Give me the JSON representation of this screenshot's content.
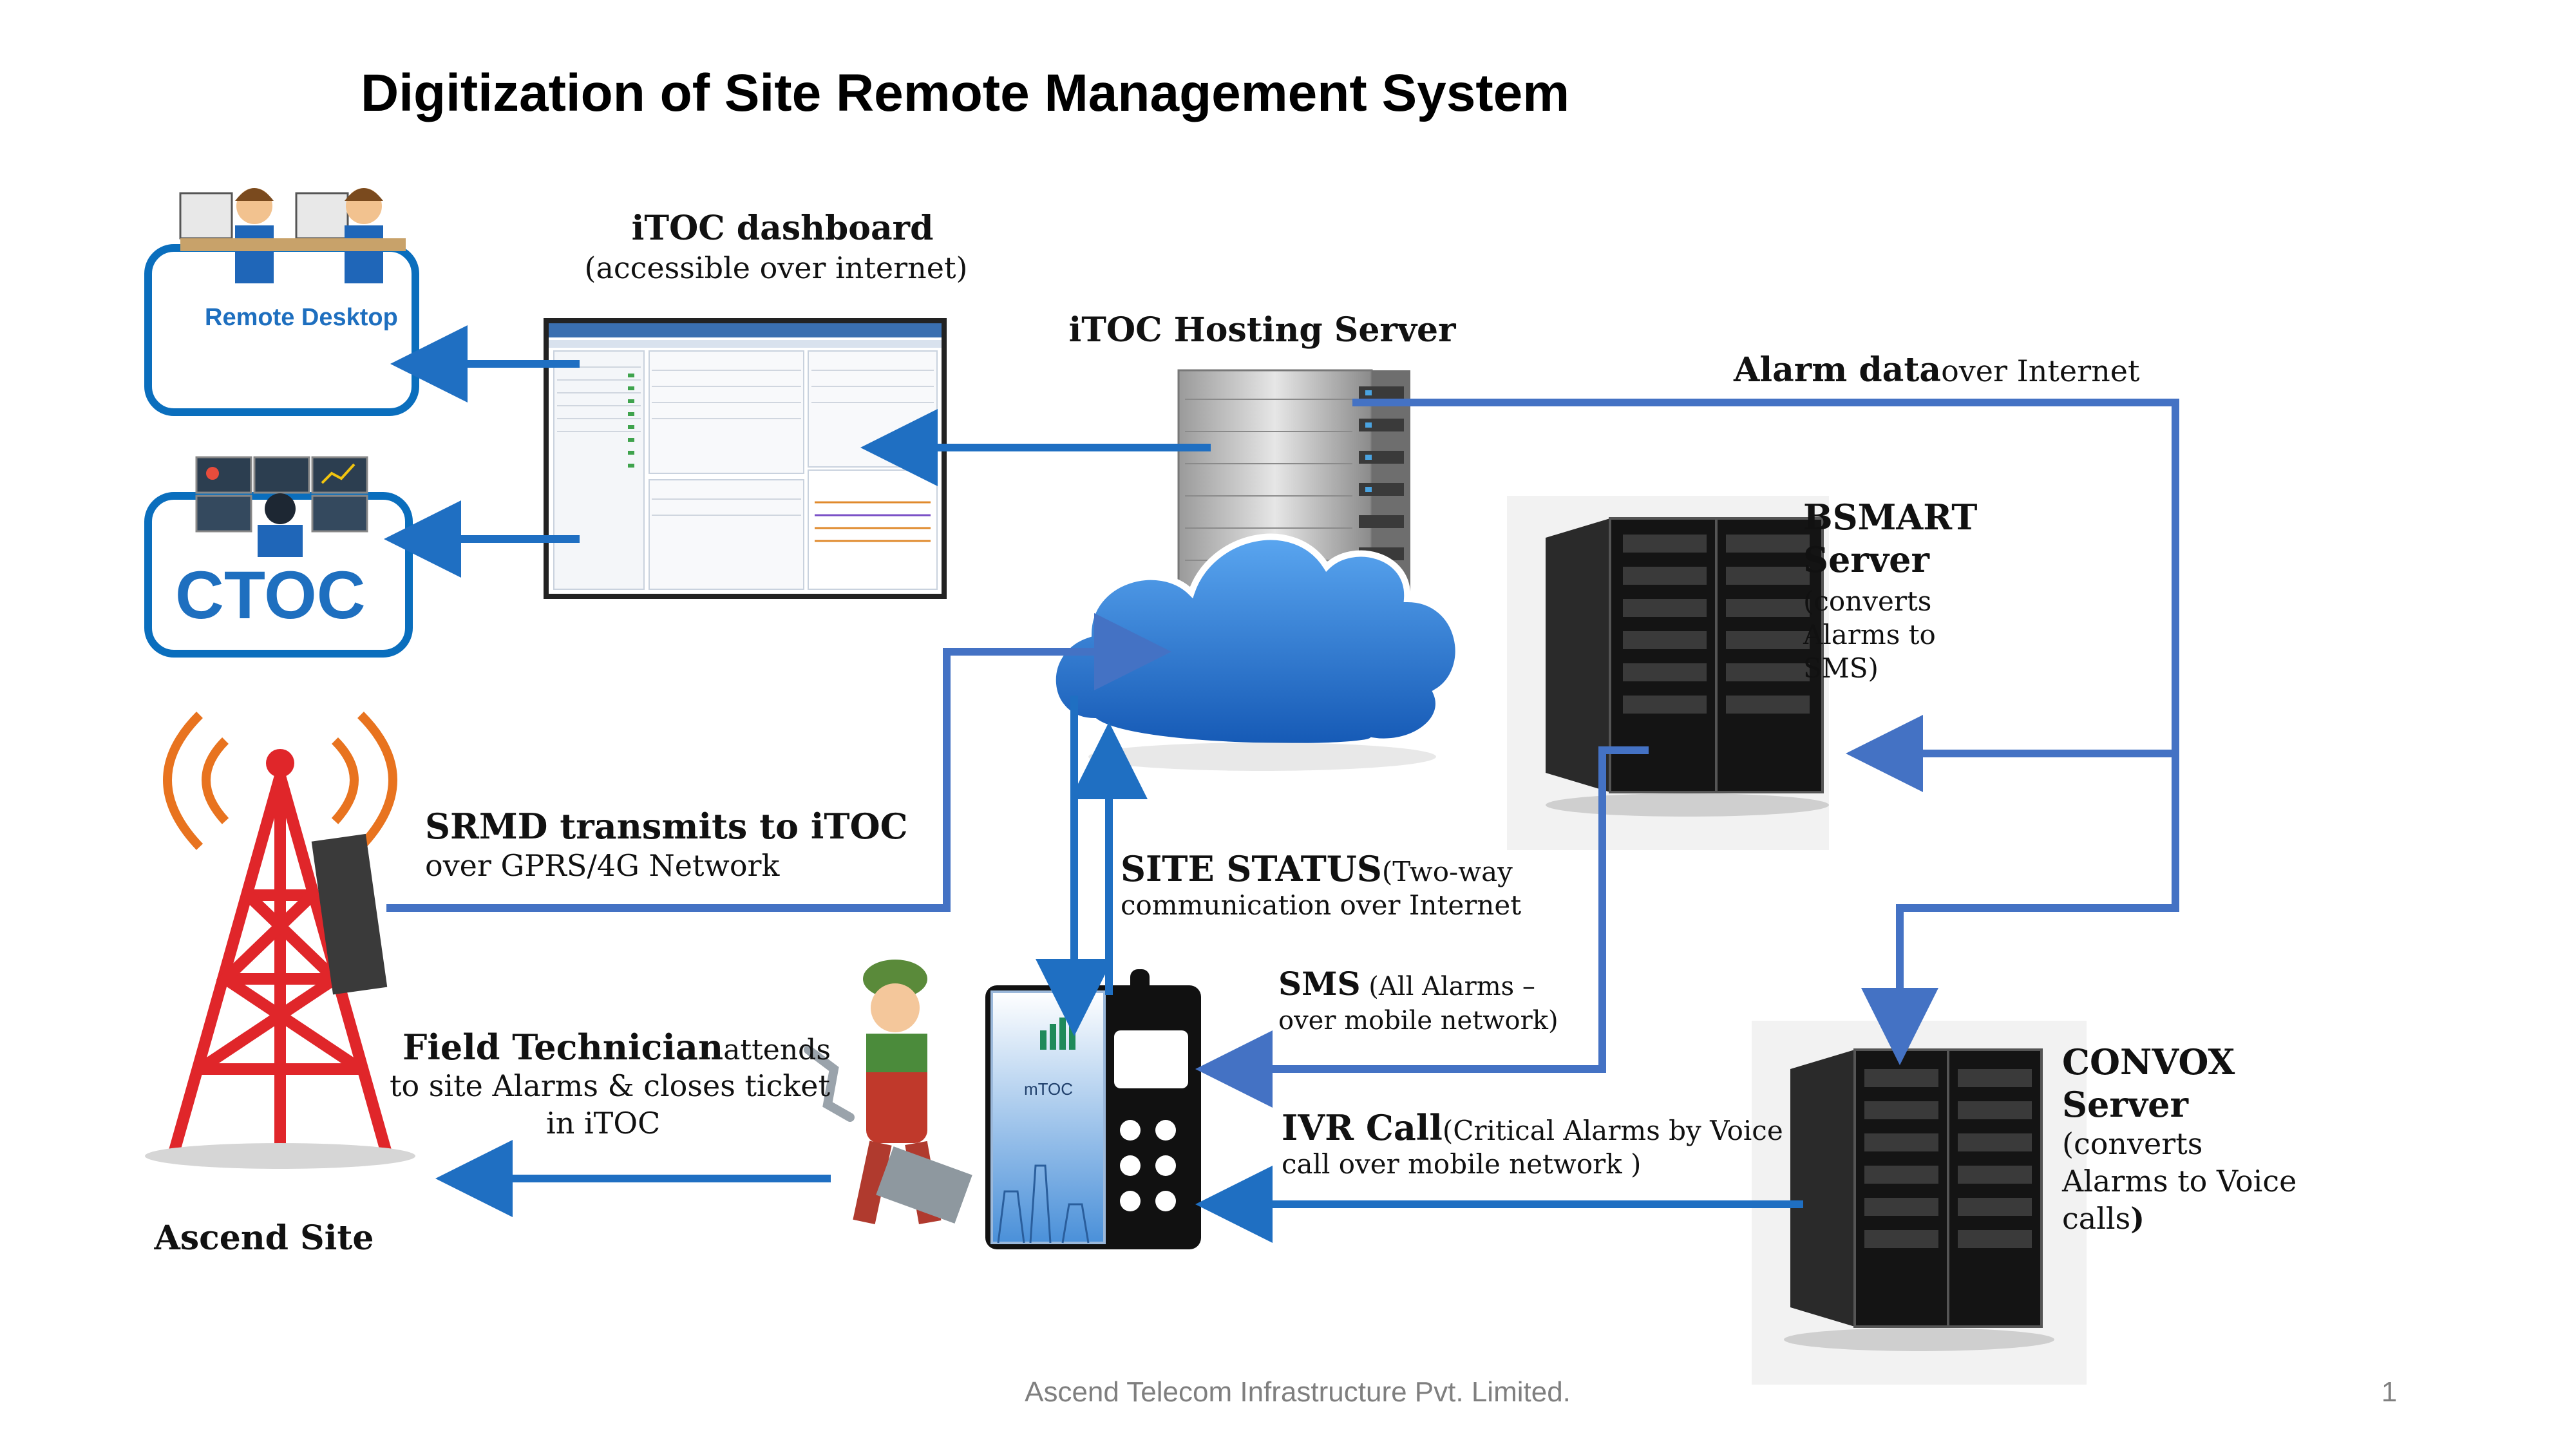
{
  "title": "Digitization of Site Remote Management System",
  "nodes": {
    "remote_desktop": {
      "label": "Remote Desktop"
    },
    "ctoc": {
      "label": "CTOC"
    },
    "itoc_dashboard": {
      "title": "iTOC dashboard",
      "subtitle": "(accessible over internet)"
    },
    "itoc_hosting_server": {
      "title": "iTOC Hosting Server"
    },
    "bsmart_server": {
      "title_line1": "BSMART",
      "title_line2": "Server",
      "desc_line1": "(converts",
      "desc_line2": "Alarms to",
      "desc_line3": "SMS)"
    },
    "convox_server": {
      "title_line1": "CONVOX",
      "title_line2": "Server",
      "desc_line1": "(converts",
      "desc_line2": "Alarms to Voice",
      "desc_line3": "calls",
      "desc_close": ")"
    },
    "ascend_site": {
      "label": "Ascend Site"
    },
    "mtoc": {
      "label": "mTOC"
    }
  },
  "edges": {
    "alarm_data": {
      "bold": "Alarm data",
      "rest": "over Internet"
    },
    "srmd": {
      "bold": "SRMD transmits to iTOC",
      "line2": "over GPRS/4G Network"
    },
    "site_status": {
      "bold": "SITE STATUS",
      "rest": "(Two-way",
      "line2": "communication over Internet"
    },
    "sms": {
      "bold": "SMS",
      "rest": " (All Alarms –",
      "line2": "over mobile network)"
    },
    "ivr": {
      "bold": "IVR Call",
      "rest": "(Critical Alarms by Voice",
      "line2": "call  over mobile network )"
    },
    "field_technician": {
      "bold": "Field Technician",
      "rest": "attends",
      "line2": "to site Alarms & closes ticket",
      "line3": "in iTOC"
    }
  },
  "footer": {
    "company": "Ascend Telecom Infrastructure Pvt. Limited.",
    "page_number": "1"
  },
  "colors": {
    "arrow_blue": "#4472c4",
    "arrow_dark_blue": "#1f6fc2",
    "box_blue": "#0a6ebd",
    "tower_red": "#e0262a",
    "cloud_blue": "#2f7fd6"
  },
  "icons": [
    "remote-desktop-icon",
    "ctoc-monitor-icon",
    "dashboard-screenshot",
    "server-rack-icon",
    "cloud-icon",
    "server-cabinet-icon",
    "antenna-tower-icon",
    "mobile-phone-icon",
    "technician-icon"
  ]
}
